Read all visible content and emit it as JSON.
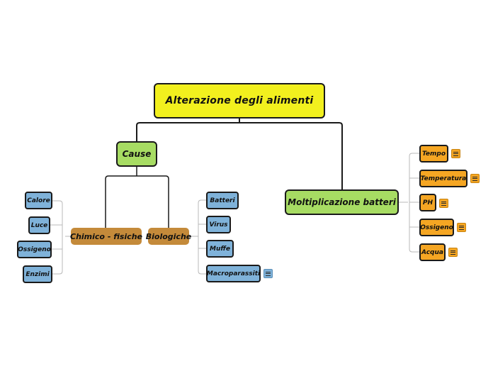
{
  "root": {
    "label": "Alterazione degli alimenti"
  },
  "cause": {
    "label": "Cause",
    "chimico": {
      "label": "Chimico - fisiche",
      "items": [
        "Calore",
        "Luce",
        "Ossigeno",
        "Enzimi"
      ]
    },
    "biologiche": {
      "label": "Biologiche",
      "items": [
        "Batteri",
        "Virus",
        "Muffe",
        "Macroparassiti"
      ]
    }
  },
  "moltiplicazione": {
    "label": "Moltiplicazione batteri",
    "items": [
      "Tempo",
      "Temperatura",
      "PH",
      "Ossigeno",
      "Acqua"
    ]
  },
  "colors": {
    "root": "#f2f01e",
    "green": "#a7dc63",
    "brown": "#c48a3a",
    "blue": "#7fb2d9",
    "orange": "#f5a623",
    "line_dark": "#1a1a1a",
    "line_light": "#b8b8b8"
  },
  "icons": {
    "note": "note-icon"
  }
}
